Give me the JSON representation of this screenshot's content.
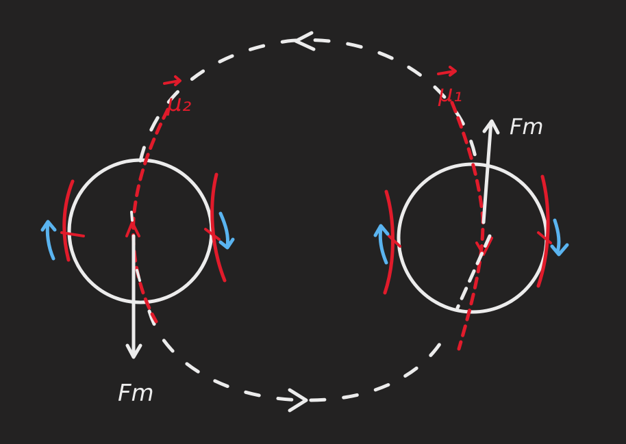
{
  "colors": {
    "background": "#232222",
    "chalk": "#ECECEC",
    "red": "#E11B2B",
    "blue": "#5AB4F0"
  },
  "labels": {
    "mu_left": "μ₂",
    "mu_right": "μ₁",
    "force_left": "Fm",
    "force_right": "Fm"
  }
}
